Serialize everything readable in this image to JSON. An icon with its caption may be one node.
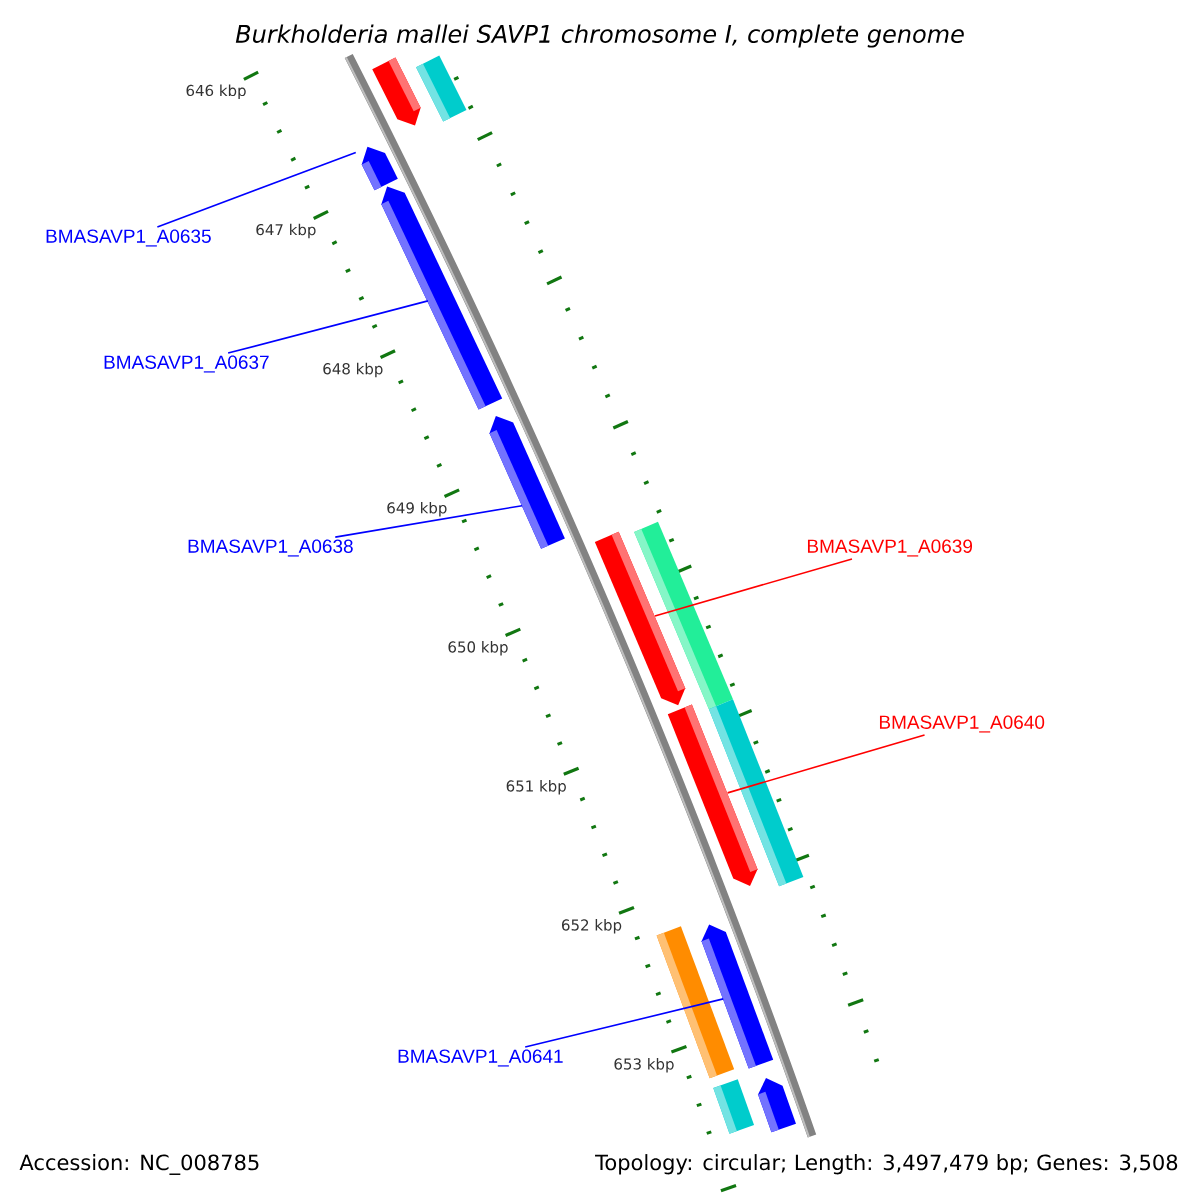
{
  "diagram": {
    "title": "Burkholderia mallei SAVP1 chromosome I, complete genome",
    "nodes": [
      {
        "text": [
          "BMASAVP1_A0635"
        ]
      },
      {
        "text": [
          "BMASAVP1_A0637"
        ]
      },
      {
        "text": [
          "BMASAVP1_A0638"
        ]
      },
      {
        "text": [
          "BMASAVP1_A0639"
        ]
      },
      {
        "text": [
          "BMASAVP1_A0640"
        ]
      },
      {
        "text": [
          "BMASAVP1_A0641"
        ]
      },
      {
        "text": [],
        "shape": "arrow"
      },
      {
        "text": [],
        "shape": "bar"
      },
      {
        "text": [],
        "shape": "arrow"
      },
      {
        "text": [],
        "shape": "arrow"
      },
      {
        "text": [],
        "shape": "arrow"
      },
      {
        "text": [],
        "shape": "arrow"
      },
      {
        "text": [],
        "shape": "bar"
      },
      {
        "text": [],
        "shape": "arrow"
      },
      {
        "text": [],
        "shape": "bar"
      },
      {
        "text": [],
        "shape": "arrow"
      },
      {
        "text": [],
        "shape": "bar"
      },
      {
        "text": [],
        "shape": "arrow"
      },
      {
        "text": [],
        "shape": "bar"
      }
    ],
    "edges": [
      {
        "from": 0,
        "to": 8,
        "arrow": "none"
      },
      {
        "from": 1,
        "to": 9,
        "arrow": "none"
      },
      {
        "from": 2,
        "to": 10,
        "arrow": "none"
      },
      {
        "from": 3,
        "to": 11,
        "arrow": "none",
        "color": "#ff0000"
      },
      {
        "from": 4,
        "to": 13,
        "arrow": "none",
        "color": "#ff0000"
      },
      {
        "from": 5,
        "to": 15,
        "arrow": "none"
      }
    ],
    "labels": [
      "646 kbp",
      "647 kbp",
      "648 kbp",
      "649 kbp",
      "650 kbp",
      "651 kbp",
      "652 kbp",
      "653 kbp",
      "Accession: NC_008785",
      "Topology: circular; Length: 3,497,479 bp; Genes: 3,508"
    ]
  }
}
